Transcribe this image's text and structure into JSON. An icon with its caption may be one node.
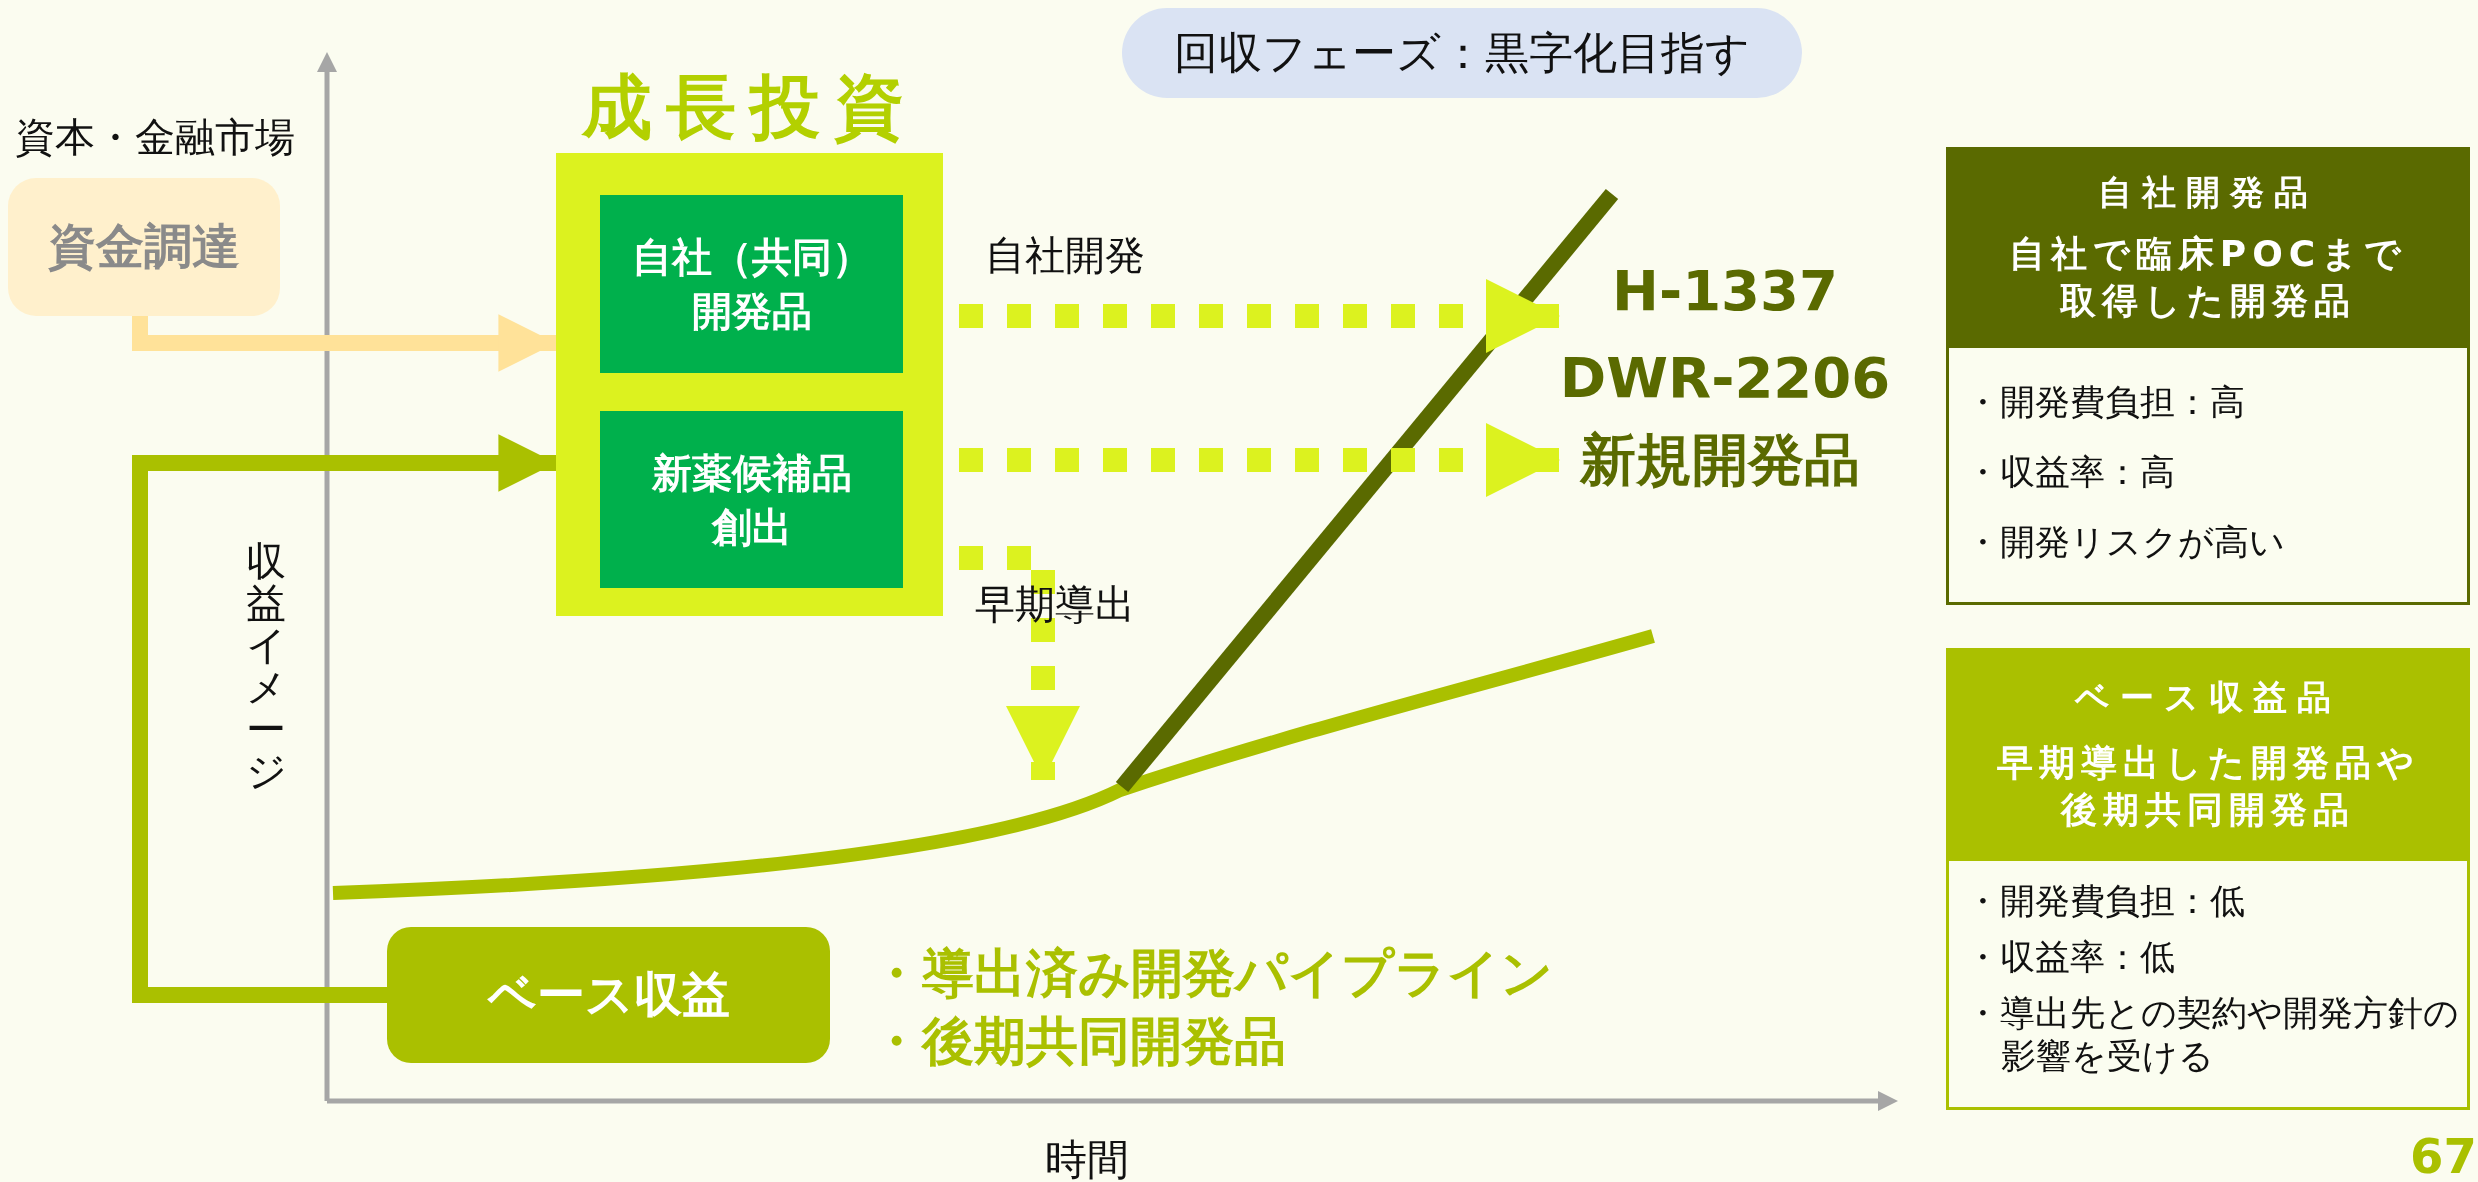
{
  "diagram": {
    "nodes": [
      {
        "text": [
          "回収フェーズ：黒字化目指す"
        ]
      },
      {
        "text": [
          "資金調達"
        ],
        "beside": [
          "資本・金融市場"
        ]
      },
      {
        "text": [
          "成長投資"
        ]
      },
      {
        "text": [
          "自社（共同）開発品"
        ],
        "in": 2
      },
      {
        "text": [
          "新薬候補品創出"
        ],
        "in": 2
      },
      {
        "text": [
          "H-1337"
        ]
      },
      {
        "text": [
          "DWR-2206"
        ]
      },
      {
        "text": [
          "新規開発品"
        ]
      },
      {
        "text": [
          "ベース収益"
        ],
        "beside": [
          "・導出済み開発パイプライン",
          "・後期共同開発品"
        ]
      },
      {
        "text": [
          "自社開発品",
          "自社で臨床POCまで取得した開発品",
          "・開発費負担：高",
          "・収益率：高",
          "・開発リスクが高い"
        ]
      },
      {
        "text": [
          "ベース収益品",
          "早期導出した開発品や後期共同開発品",
          "・開発費負担：低",
          "・収益率：低",
          "・導出先との契約や開発方針の影響を受ける"
        ]
      }
    ],
    "edges": [
      {
        "from": 1,
        "to": 2,
        "arrow": "to",
        "color": "#ffe299"
      },
      {
        "from": 8,
        "to": 2,
        "arrow": "to",
        "color": "#aac000"
      },
      {
        "from": 3,
        "to": 5,
        "arrow": "to",
        "style": "dashed",
        "label": "自社開発",
        "color": "#dcf21f"
      },
      {
        "from": 4,
        "to": 7,
        "arrow": "to",
        "style": "dashed",
        "color": "#dcf21f"
      },
      {
        "from": 4,
        "to": null,
        "arrow": "to",
        "style": "dashed",
        "label": "早期導出",
        "color": "#dcf21f"
      }
    ],
    "labels": [
      "収益イメージ",
      "時間",
      "67"
    ]
  }
}
